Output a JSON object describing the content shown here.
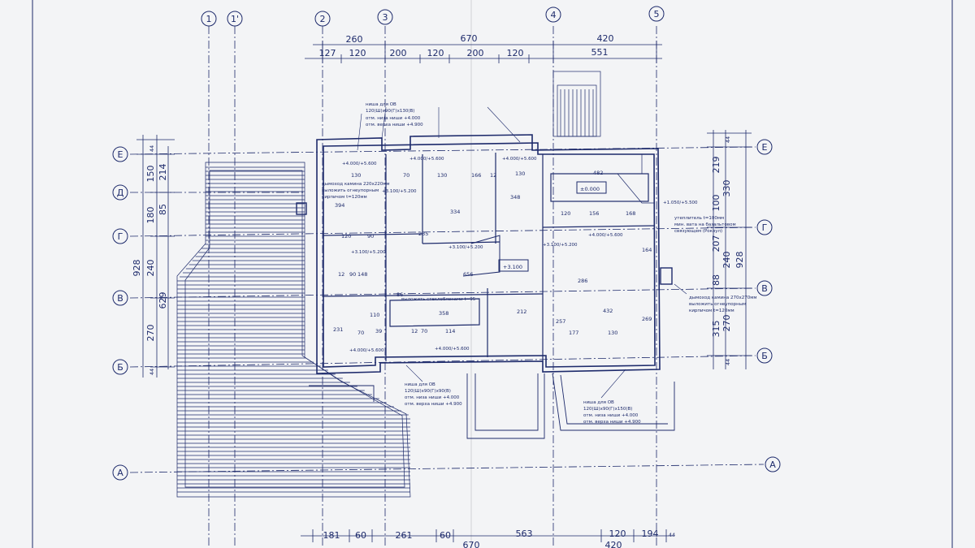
{
  "axes_vertical": [
    "1",
    "1'",
    "2",
    "3",
    "4",
    "5"
  ],
  "axes_horizontal_right": [
    "Е",
    "Г",
    "В",
    "Б",
    "А"
  ],
  "axes_horizontal_left": [
    "Е",
    "Д",
    "Г",
    "В",
    "Б",
    "А"
  ],
  "dims_top_row1": [
    "260",
    "670",
    "420"
  ],
  "dims_top_row2": [
    "127",
    "120",
    "200",
    "120",
    "200",
    "120",
    "551"
  ],
  "dims_bottom": [
    "181",
    "60",
    "261",
    "60",
    "563",
    "120",
    "194",
    "44",
    "670",
    "420"
  ],
  "dims_left_outer": "928",
  "dims_left_mid": [
    "44",
    "150",
    "180",
    "240",
    "270",
    "44"
  ],
  "dims_left_inner": [
    "214",
    "85",
    "629"
  ],
  "dims_right_outer": "928",
  "dims_right_mid": [
    "44",
    "219",
    "330",
    "100",
    "240",
    "270",
    "315",
    "44"
  ],
  "dims_right_inner": [
    "207",
    "88"
  ],
  "notes": {
    "niche_top_title": "ниша для ОВ",
    "niche_top_size": "120(Ш)х90(Г)х130(В)",
    "niche_top_low": "отм. низа ниши +4.000",
    "niche_top_high": "отм. верха ниши +4.900",
    "chimney_left_1": "дымоход камина 220х220мм",
    "chimney_left_2": "выложить огнеупорным",
    "chimney_left_3": "кирпичом t=120мм",
    "insul_1": "утеплитель t=100мм",
    "insul_2": "мин. вата на базальтовом",
    "insul_3": "связующем (Роквул)",
    "chimney_right_1": "дымоход камина 270х270мм",
    "chimney_right_2": "выложить огнеупорным",
    "chimney_right_3": "кирпичом t=120мм",
    "glass_block": "выложить стеклоблоками t=95",
    "niche_mid_title": "ниша для ОВ",
    "niche_mid_size": "120(Ш)х90(Г)х90(В)",
    "niche_mid_low": "отм. низа ниши +4.000",
    "niche_mid_high": "отм. верха ниши +4.900",
    "niche_right_title": "ниша для ОВ",
    "niche_right_size": "120(Ш)х90(Г)х150(В)",
    "niche_right_low": "отм. низа ниши +4.000",
    "niche_right_high": "отм. верха ниши +4.900"
  },
  "levels": {
    "zero": "±0.000",
    "main": "+3.100",
    "room_a": "+4.000/+5.600",
    "room_b": "+3.100/+5.200",
    "room_c": "+4.000/+5.600",
    "room_d": "+3.100/+5.200",
    "room_e": "+3.100/+5.200",
    "room_f": "+4.000/+5.600",
    "room_g": "+4.000/+5.600",
    "room_h": "+1.050/+5.500",
    "room_i": "+3.100/+5.200",
    "room_j": "+4.000/+5.600",
    "room_k": "+4.000/+5.600"
  },
  "room_dims": [
    "130",
    "70",
    "130",
    "166",
    "12",
    "130",
    "334",
    "235",
    "120",
    "90",
    "358",
    "212",
    "432",
    "130",
    "177",
    "12",
    "70",
    "168",
    "120",
    "156",
    "482",
    "656",
    "348",
    "394",
    "286",
    "164",
    "269",
    "257",
    "231",
    "110",
    "12",
    "90",
    "86",
    "114",
    "70",
    "39",
    "148"
  ],
  "colors": {
    "ink": "#1d2a6b",
    "paper": "#f3f4f6"
  }
}
